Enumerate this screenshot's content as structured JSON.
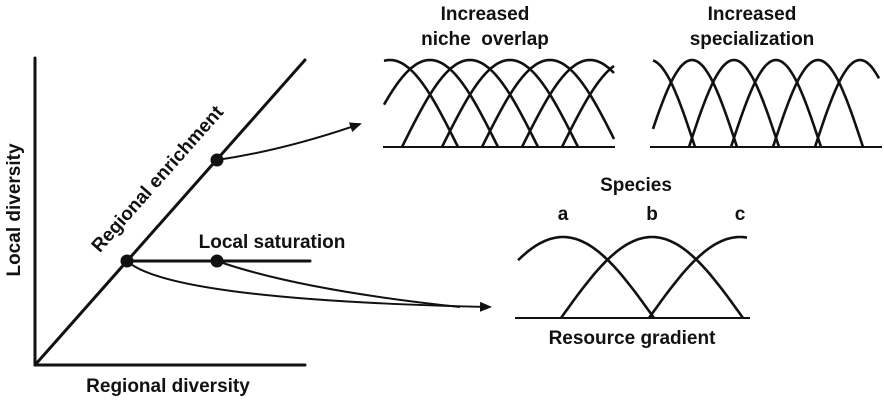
{
  "axes": {
    "xlabel": "Regional diversity",
    "ylabel": "Local diversity"
  },
  "lines": {
    "diagonal_label": "Regional enrichment",
    "plateau_label": "Local saturation"
  },
  "panels": {
    "overlap_title_1": "Increased",
    "overlap_title_2": "niche  overlap",
    "special_title_1": "Increased",
    "special_title_2": "specialization",
    "species_title": "Species",
    "species": [
      "a",
      "b",
      "c"
    ],
    "gradient_label": "Resource gradient"
  }
}
